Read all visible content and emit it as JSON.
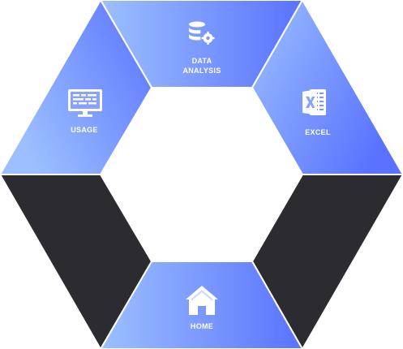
{
  "menu": {
    "segments": [
      {
        "id": "data-analysis",
        "label_lines": [
          "DATA",
          "ANALYSIS"
        ],
        "icon": "database-gear-icon",
        "style": "accent"
      },
      {
        "id": "excel",
        "label_lines": [
          "EXCEL"
        ],
        "icon": "excel-icon",
        "style": "accent"
      },
      {
        "id": "right-dark",
        "label_lines": [],
        "icon": "",
        "style": "dark"
      },
      {
        "id": "home",
        "label_lines": [
          "HOME"
        ],
        "icon": "home-icon",
        "style": "accent"
      },
      {
        "id": "left-dark",
        "label_lines": [],
        "icon": "",
        "style": "dark"
      },
      {
        "id": "usage",
        "label_lines": [
          "USAGE"
        ],
        "icon": "monitor-icon",
        "style": "accent"
      }
    ]
  },
  "colors": {
    "accent_start": "#9cc0ff",
    "accent_end": "#5a72ff",
    "dark": "#2b2b30",
    "divider": "#ffffff",
    "label": "#ffffff"
  }
}
